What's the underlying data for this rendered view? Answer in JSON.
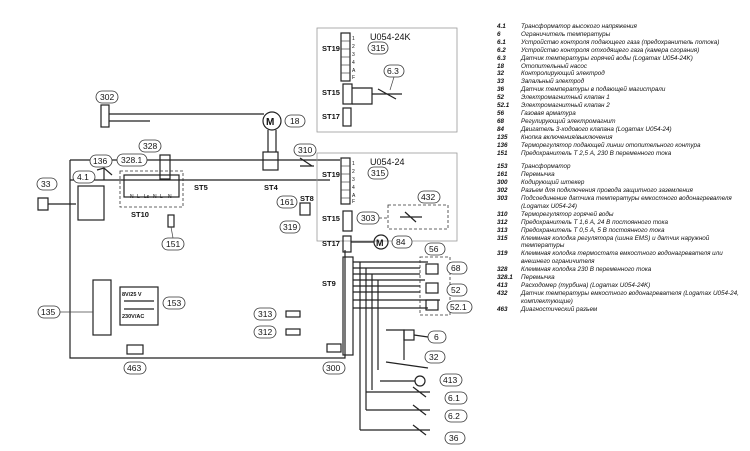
{
  "units": {
    "top": "U054-24K",
    "main": "U054-24"
  },
  "terminals": {
    "st19_top": "ST19",
    "st15_top": "ST15",
    "st17_top": "ST17",
    "st19": "ST19",
    "st15": "ST15",
    "st17": "ST17",
    "st9": "ST9",
    "st8": "ST8",
    "st10": "ST10",
    "st5": "ST5",
    "st4": "ST4"
  },
  "pins_top": [
    "1",
    "2",
    "3",
    "4",
    "A",
    "F"
  ],
  "pins_main": [
    "1",
    "2",
    "3",
    "4",
    "A",
    "F"
  ],
  "st10_pins": [
    "N",
    "L",
    "Ls",
    "N",
    "L",
    "N"
  ],
  "transformer": {
    "secondary": "8V/25 V",
    "primary": "230V/AC"
  },
  "callouts": {
    "c315_top": "315",
    "c63": "6.3",
    "c302": "302",
    "c18": "18",
    "c328": "328",
    "c3281": "328.1",
    "c136": "136",
    "c33": "33",
    "c41": "4.1",
    "c310": "310",
    "c315": "315",
    "c432": "432",
    "c161": "161",
    "c319": "319",
    "c303": "303",
    "c84": "84",
    "c151": "151",
    "c56": "56",
    "c68": "68",
    "c52": "52",
    "c521": "52.1",
    "c6": "6",
    "c32": "32",
    "c413": "413",
    "c61": "6.1",
    "c62": "6.2",
    "c36": "36",
    "c153": "153",
    "c135": "135",
    "c313": "313",
    "c312": "312",
    "c463": "463",
    "c300": "300"
  },
  "legend": [
    {
      "num": "4.1",
      "desc": "Трансформатор высокого напряжения"
    },
    {
      "num": "6",
      "desc": "Ограничитель температуры"
    },
    {
      "num": "6.1",
      "desc": "Устройство контроля подающего газа (предохранитель потока)"
    },
    {
      "num": "6.2",
      "desc": "Устройство контроля отходящего газа (камера сгорания)"
    },
    {
      "num": "6.3",
      "desc": "Датчик температуры горячей воды (Logamax U054-24K)"
    },
    {
      "num": "18",
      "desc": "Отопительный насос"
    },
    {
      "num": "32",
      "desc": "Контролирующий электрод"
    },
    {
      "num": "33",
      "desc": "Запальный электрод"
    },
    {
      "num": "36",
      "desc": "Датчик температуры в подающей магистрали"
    },
    {
      "num": "52",
      "desc": "Электромагнитный клапан 1"
    },
    {
      "num": "52.1",
      "desc": "Электромагнитный клапан 2"
    },
    {
      "num": "56",
      "desc": "Газовая арматура"
    },
    {
      "num": "68",
      "desc": "Регулирующий электромагнит"
    },
    {
      "num": "84",
      "desc": "Двигатель 3-ходового клапана (Logamax U054-24)"
    },
    {
      "num": "135",
      "desc": "Кнопка включения/выключения"
    },
    {
      "num": "136",
      "desc": "Терморегулятор подающей линии отопительного контура"
    },
    {
      "num": "151",
      "desc": "Предохранитель Т 2,5 А, 230 В переменного тока"
    },
    {
      "num": "",
      "desc": ""
    },
    {
      "num": "153",
      "desc": "Трансформатор"
    },
    {
      "num": "161",
      "desc": "Перемычка"
    },
    {
      "num": "300",
      "desc": "Кодирующий штекер"
    },
    {
      "num": "302",
      "desc": "Разъем для подключения провода защитного заземления"
    },
    {
      "num": "303",
      "desc": "Подсоединение датчика температуры емкостного водонагревателя (Logamax U054-24)"
    },
    {
      "num": "310",
      "desc": "Терморегулятор горячей воды"
    },
    {
      "num": "312",
      "desc": "Предохранитель Т 1,6 А, 24 В постоянного тока"
    },
    {
      "num": "313",
      "desc": "Предохранитель Т 0,5 А, 5 В постоянного тока"
    },
    {
      "num": "315",
      "desc": "Клеммная колодка регулятора (шина EMS) и датчик наружной температуры"
    },
    {
      "num": "319",
      "desc": "Клеммная колодка термостата емкостного водонагревателя или внешнего ограничителя"
    },
    {
      "num": "328",
      "desc": "Клеммная колодка 230 В переменного тока"
    },
    {
      "num": "328.1",
      "desc": "Перемычка"
    },
    {
      "num": "413",
      "desc": "Расходомер (турбина) (Logamax U054-24K)"
    },
    {
      "num": "432",
      "desc": "Датчик температуры емкостного водонагревателя (Logamax U054-24, комплектующие)"
    },
    {
      "num": "463",
      "desc": "Диагностический разъем"
    }
  ]
}
